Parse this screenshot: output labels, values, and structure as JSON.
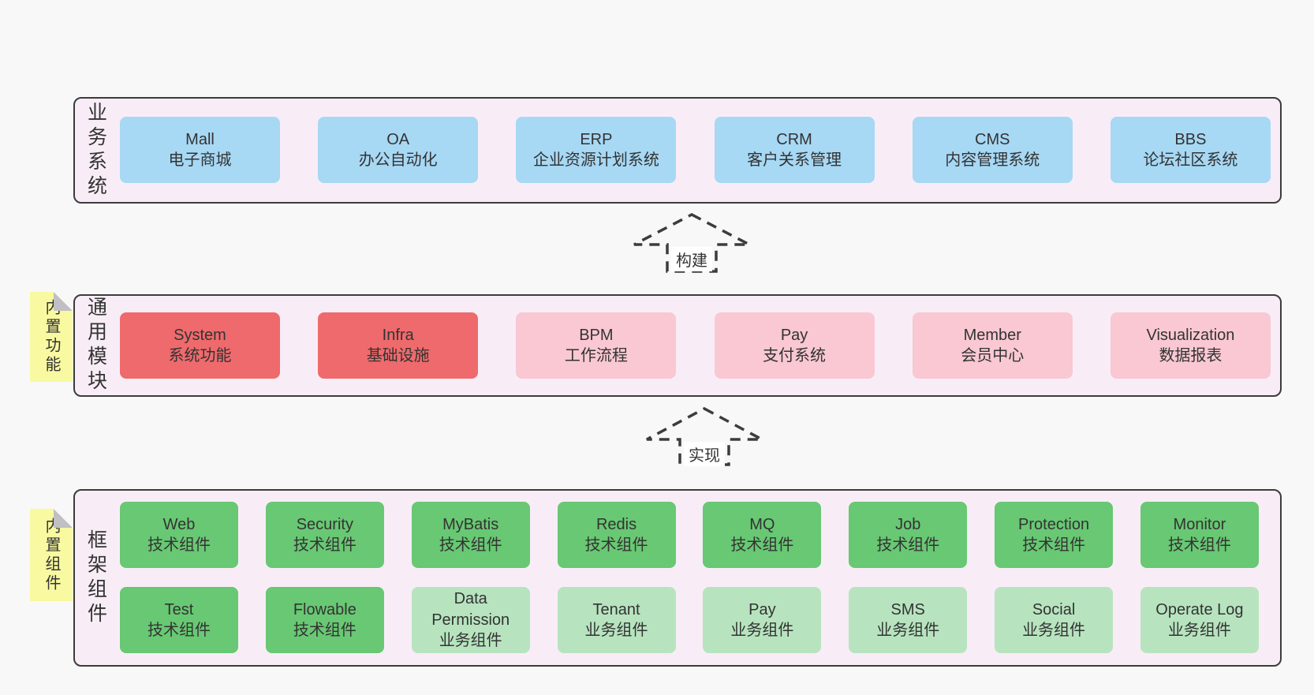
{
  "colors": {
    "page_background": "#f8f8f8",
    "layer_background": "#f8edf6",
    "layer_border": "#3c3c3c",
    "blue_box": "#a7d8f4",
    "red_box": "#ef6a6c",
    "pink_box": "#f9c8d2",
    "green_box": "#68c873",
    "light_green_box": "#b7e4bf",
    "sticky_note": "#f8f9a0",
    "sticky_fold": "#bfbfc4",
    "text": "#333333"
  },
  "arrows": [
    {
      "label": "构建"
    },
    {
      "label": "实现"
    }
  ],
  "layers": [
    {
      "name": "业务系统",
      "sticky": "",
      "rows": [
        [
          {
            "title": "Mall",
            "subtitle": "电子商城",
            "color": "blue"
          },
          {
            "title": "OA",
            "subtitle": "办公自动化",
            "color": "blue"
          },
          {
            "title": "ERP",
            "subtitle": "企业资源计划系统",
            "color": "blue"
          },
          {
            "title": "CRM",
            "subtitle": "客户关系管理",
            "color": "blue"
          },
          {
            "title": "CMS",
            "subtitle": "内容管理系统",
            "color": "blue"
          },
          {
            "title": "BBS",
            "subtitle": "论坛社区系统",
            "color": "blue"
          }
        ]
      ]
    },
    {
      "name": "通用模块",
      "sticky": "内置功能",
      "rows": [
        [
          {
            "title": "System",
            "subtitle": "系统功能",
            "color": "red"
          },
          {
            "title": "Infra",
            "subtitle": "基础设施",
            "color": "red"
          },
          {
            "title": "BPM",
            "subtitle": "工作流程",
            "color": "pink"
          },
          {
            "title": "Pay",
            "subtitle": "支付系统",
            "color": "pink"
          },
          {
            "title": "Member",
            "subtitle": "会员中心",
            "color": "pink"
          },
          {
            "title": "Visualization",
            "subtitle": "数据报表",
            "color": "pink"
          }
        ]
      ]
    },
    {
      "name": "框架组件",
      "sticky": "内置组件",
      "rows": [
        [
          {
            "title": "Web",
            "subtitle": "技术组件",
            "color": "green"
          },
          {
            "title": "Security",
            "subtitle": "技术组件",
            "color": "green"
          },
          {
            "title": "MyBatis",
            "subtitle": "技术组件",
            "color": "green"
          },
          {
            "title": "Redis",
            "subtitle": "技术组件",
            "color": "green"
          },
          {
            "title": "MQ",
            "subtitle": "技术组件",
            "color": "green"
          },
          {
            "title": "Job",
            "subtitle": "技术组件",
            "color": "green"
          },
          {
            "title": "Protection",
            "subtitle": "技术组件",
            "color": "green"
          },
          {
            "title": "Monitor",
            "subtitle": "技术组件",
            "color": "green"
          }
        ],
        [
          {
            "title": "Test",
            "subtitle": "技术组件",
            "color": "green"
          },
          {
            "title": "Flowable",
            "subtitle": "技术组件",
            "color": "green"
          },
          {
            "title": "Data Permission",
            "subtitle": "业务组件",
            "color": "lightgreen"
          },
          {
            "title": "Tenant",
            "subtitle": "业务组件",
            "color": "lightgreen"
          },
          {
            "title": "Pay",
            "subtitle": "业务组件",
            "color": "lightgreen"
          },
          {
            "title": "SMS",
            "subtitle": "业务组件",
            "color": "lightgreen"
          },
          {
            "title": "Social",
            "subtitle": "业务组件",
            "color": "lightgreen"
          },
          {
            "title": "Operate Log",
            "subtitle": "业务组件",
            "color": "lightgreen"
          }
        ]
      ]
    }
  ]
}
